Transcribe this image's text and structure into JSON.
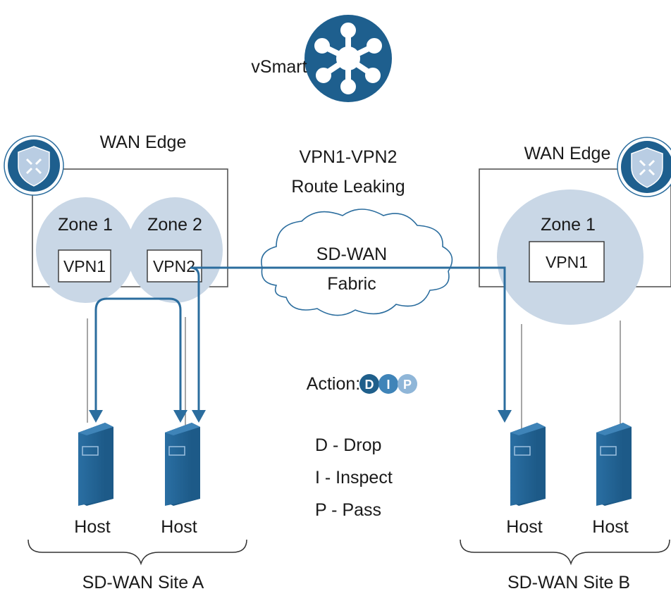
{
  "vsmart": {
    "label": "vSmart",
    "icon": "hub-network-icon"
  },
  "site_a": {
    "wan_edge_label": "WAN Edge",
    "router_icon": "shield-router-icon",
    "zones": [
      {
        "name": "Zone 1",
        "vpn": "VPN1"
      },
      {
        "name": "Zone 2",
        "vpn": "VPN2"
      }
    ],
    "hosts": [
      "Host",
      "Host"
    ],
    "site_label": "SD-WAN Site A"
  },
  "site_b": {
    "wan_edge_label": "WAN Edge",
    "router_icon": "shield-router-icon",
    "zones": [
      {
        "name": "Zone 1",
        "vpn": "VPN1"
      }
    ],
    "hosts": [
      "Host",
      "Host"
    ],
    "site_label": "SD-WAN Site B"
  },
  "route_leaking": {
    "line1": "VPN1-VPN2",
    "line2": "Route Leaking"
  },
  "fabric": {
    "line1": "SD-WAN",
    "line2": "Fabric",
    "icon": "cloud-icon"
  },
  "action": {
    "label": "Action:",
    "badges": [
      {
        "letter": "D",
        "color": "#1f5f8b"
      },
      {
        "letter": "I",
        "color": "#3f84b8"
      },
      {
        "letter": "P",
        "color": "#8fb6d8"
      }
    ]
  },
  "legend": [
    "D - Drop",
    "I - Inspect",
    "P - Pass"
  ],
  "colors": {
    "flow": "#2b6d9e",
    "zone_fill": "#c9d7e6",
    "icon_dark": "#1e5f8e",
    "box_stroke": "#555555"
  }
}
